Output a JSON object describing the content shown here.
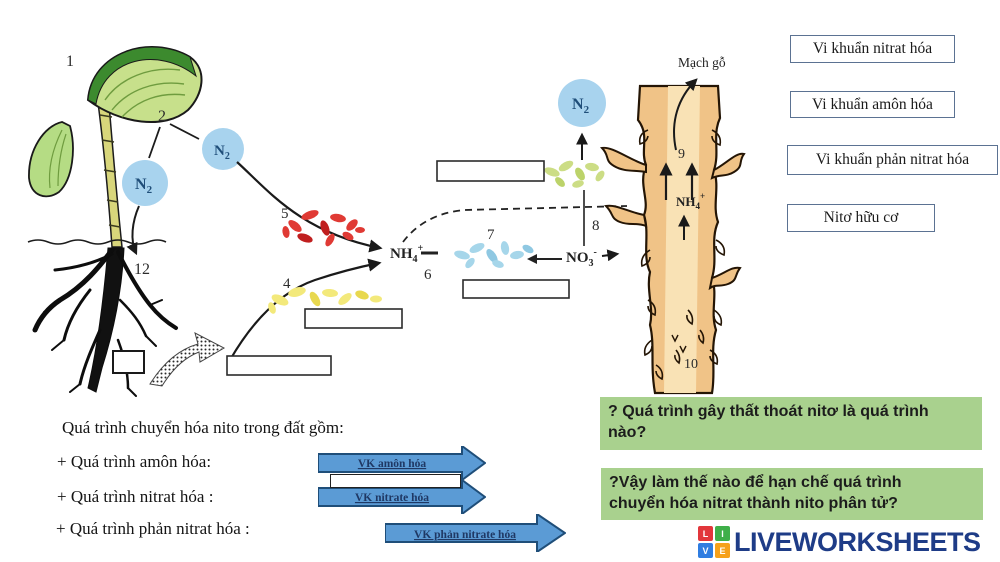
{
  "diagram": {
    "num_labels": {
      "l1": "1",
      "l2": "2",
      "l4": "4",
      "l5": "5",
      "l6": "6",
      "l7": "7",
      "l8": "8",
      "l9": "9",
      "l10": "10",
      "l12": "12"
    },
    "molecules": {
      "n2": {
        "base": "N",
        "sub": "2"
      },
      "nh4": {
        "base": "NH",
        "sub": "4",
        "sup": "+"
      },
      "no3": {
        "base": "NO",
        "sub": "3",
        "sup": "-"
      },
      "nh4_root": {
        "base": "NH",
        "sub": "4",
        "sup": "+"
      }
    },
    "xylem_label": "Mạch gỗ"
  },
  "word_bank": {
    "items": [
      {
        "label": "Vi khuẩn nitrat hóa"
      },
      {
        "label": "Vi khuẩn amôn hóa"
      },
      {
        "label": "Vi khuẩn phản nitrat hóa"
      },
      {
        "label": "Nitơ hữu cơ"
      }
    ]
  },
  "summary": {
    "heading": "Quá trình chuyển hóa nito trong đất gồm:",
    "items": [
      "+ Quá trình amôn hóa:",
      "+ Quá trình nitrat hóa :",
      "+ Quá trình phản nitrat hóa :"
    ]
  },
  "process_arrows": {
    "items": [
      "VK amôn hóa",
      "VK nitrate hóa",
      "VK phản nitrate hóa"
    ]
  },
  "questions": {
    "q1": "? Quá trình gây thất thoát nitơ là quá trình\nnào?",
    "q2": "?Vậy làm thế nào để hạn chế quá trình\nchuyển hóa nitrat thành nito phân tử?"
  },
  "branding": {
    "name": "LIVEWORKSHEETS",
    "tiles": [
      "L",
      "I",
      "V",
      "E"
    ]
  },
  "colors": {
    "process_arrow_fill": "#5b9bd5",
    "process_arrow_border": "#1f4e79",
    "process_arrow_text": "#1f3864",
    "question_bg": "#a9d18e",
    "n2_circle": "#a8d3ee",
    "bacteria_red": "#e03a34",
    "bacteria_yellow": "#f3e97b",
    "bacteria_blue": "#a6d6ea",
    "bacteria_green": "#ccdd85",
    "root_fill": "#f0c387",
    "logo_blue": "#1e3c87",
    "tile_colors": [
      "#e2363b",
      "#3faf49",
      "#2f7de1",
      "#f6a11b"
    ]
  }
}
